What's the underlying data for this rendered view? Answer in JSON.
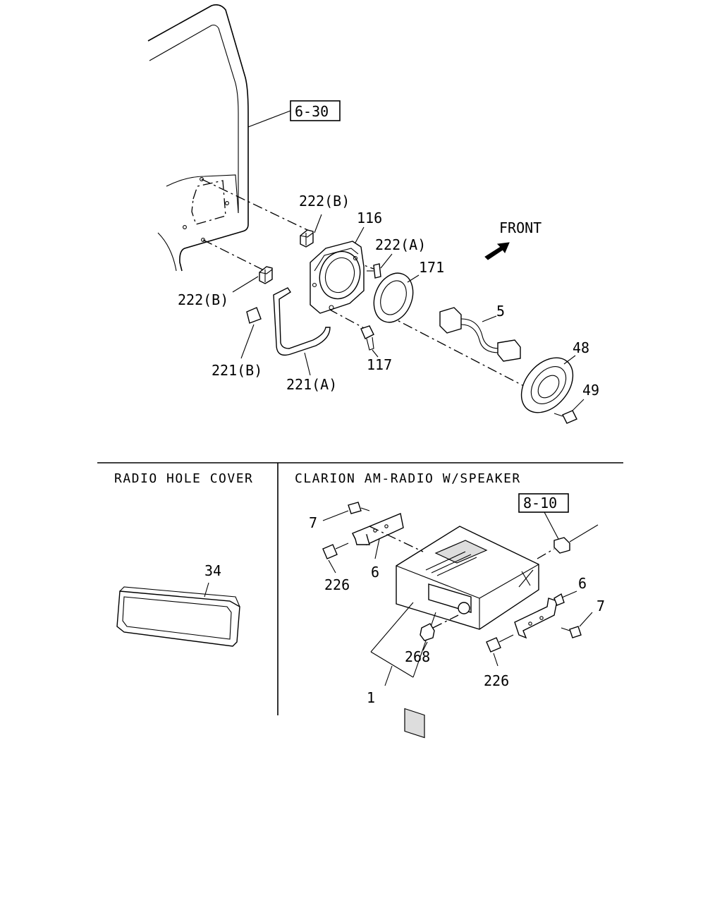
{
  "labels": {
    "ref_6_30": "6-30",
    "p222b_top": "222(B)",
    "p116": "116",
    "p222a": "222(A)",
    "p171": "171",
    "front": "FRONT",
    "p222b_left": "222(B)",
    "p5": "5",
    "p48": "48",
    "p49": "49",
    "p221b": "221(B)",
    "p221a": "221(A)",
    "p117": "117",
    "p7_top": "7",
    "p226_left": "226",
    "p6_left": "6",
    "ref_8_10": "8-10",
    "p6_right": "6",
    "p7_right": "7",
    "p268": "268",
    "p226_right": "226",
    "p1": "1",
    "p34": "34"
  },
  "sections": {
    "left_title": "RADIO HOLE COVER",
    "right_title": "CLARION AM-RADIO W/SPEAKER"
  }
}
